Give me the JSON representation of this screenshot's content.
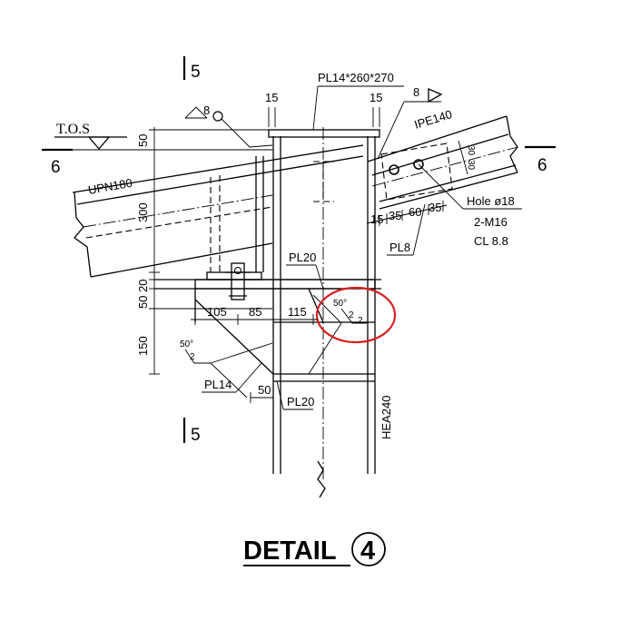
{
  "detail": {
    "title": "DETAIL",
    "number": "4"
  },
  "sections": {
    "top": "5",
    "bottom": "5",
    "left": "6",
    "right": "6"
  },
  "labels": {
    "top_plate": "PL14*260*270",
    "tos": "T.O.S",
    "upn": "UPN180",
    "ipe": "IPE140",
    "hea": "HEA240",
    "pl20_top": "PL20",
    "pl20_bottom": "PL20",
    "pl14": "PL14",
    "pl8": "PL8",
    "hole": "Hole ø18",
    "bolts": "2-M16",
    "bolt_class": "CL 8.8"
  },
  "welds": {
    "top_left": "8",
    "top_right": "8",
    "stiff_angle": "50°",
    "stiff_size": "2",
    "left_angle": "50°",
    "left_size": "2"
  },
  "dims": {
    "top_left_15": "15",
    "top_right_15": "15",
    "v_50": "50",
    "v_300": "300",
    "v_20": "20",
    "v_50b": "50",
    "v_150": "150",
    "h_105": "105",
    "h_85": "85",
    "h_115": "115",
    "h_50": "50",
    "ipe_15": "15",
    "ipe_35a": "35",
    "ipe_60": "60",
    "ipe_35b": "35",
    "ipe_v30": "30",
    "ipe_v30b": "30"
  }
}
